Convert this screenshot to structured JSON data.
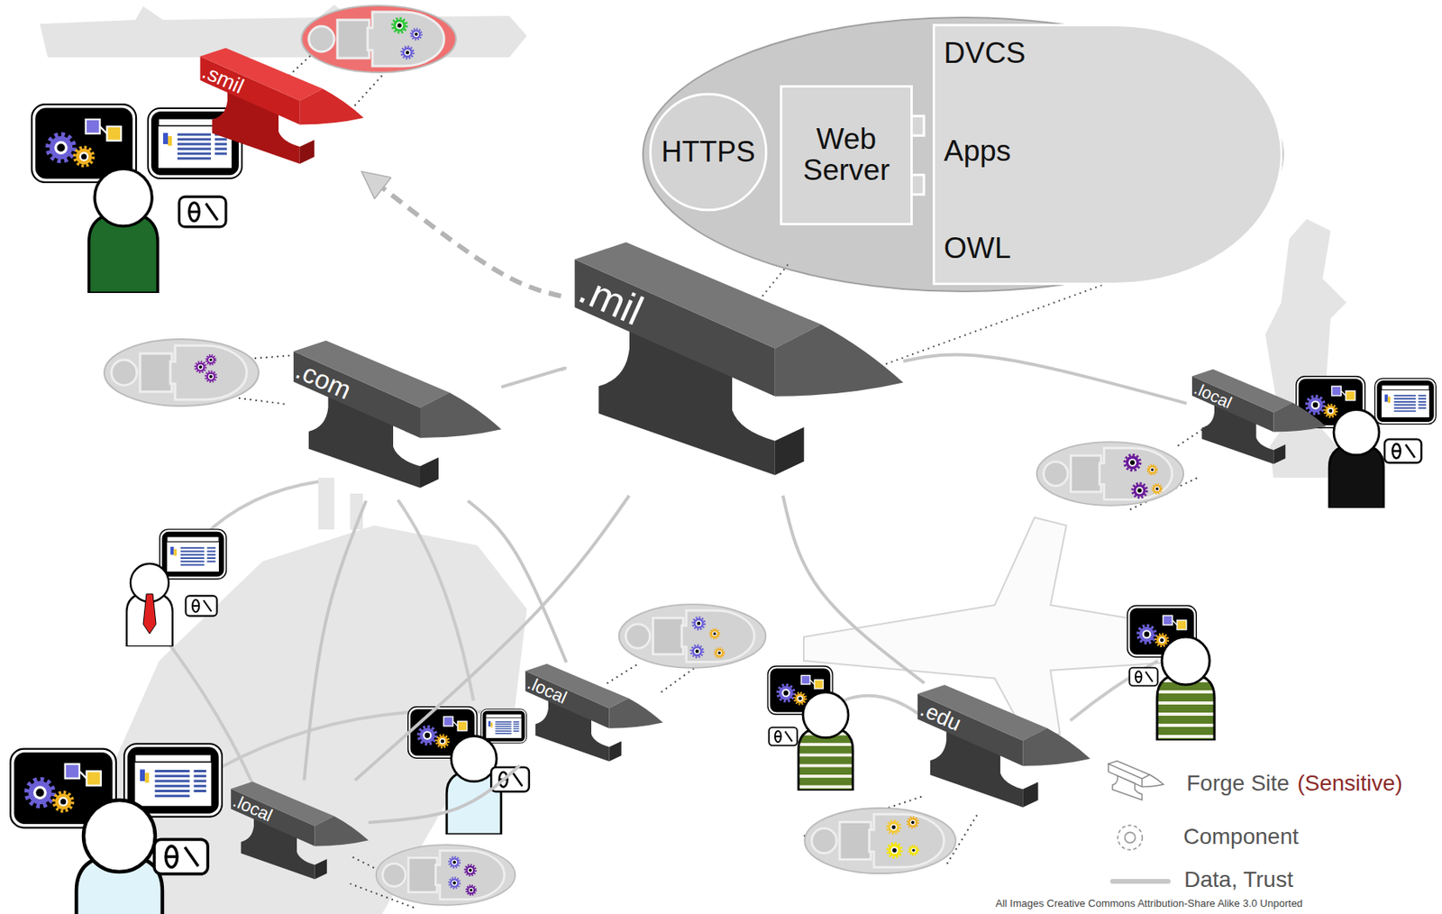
{
  "diagram": {
    "nodes": [
      {
        "text": [
          ".smil"
        ]
      },
      {
        "text": [
          ".mil"
        ]
      },
      {
        "text": [
          "HTTPS"
        ]
      },
      {
        "text": [
          "Web Server"
        ]
      },
      {
        "text": [
          "DVCS",
          "Apps",
          "OWL"
        ]
      },
      {
        "text": [
          ".com"
        ]
      },
      {
        "text": [
          ".local"
        ]
      },
      {
        "text": [
          ".local"
        ]
      },
      {
        "text": [
          ".edu"
        ]
      },
      {
        "text": [
          ".local"
        ]
      }
    ],
    "edges": [
      {
        "from": 1,
        "to": 0,
        "arrow": "to"
      },
      {
        "from": 1,
        "to": 5,
        "arrow": "none"
      },
      {
        "from": 1,
        "to": 6,
        "arrow": "none"
      },
      {
        "from": 1,
        "to": 8,
        "arrow": "none"
      },
      {
        "from": 1,
        "to": 9,
        "arrow": "none"
      },
      {
        "from": 5,
        "to": 9,
        "arrow": "none"
      },
      {
        "from": 5,
        "to": 7,
        "arrow": "none"
      },
      {
        "from": 9,
        "to": 7,
        "arrow": "none"
      }
    ],
    "labels": [
      "(Sensitive)",
      "All Images Creative Commons Attribution-Share Alike 3.0 Unported"
    ],
    "legend": [
      {
        "text": "Forge Site"
      },
      {
        "text": "Component"
      },
      {
        "text": "Data, Trust"
      }
    ]
  }
}
